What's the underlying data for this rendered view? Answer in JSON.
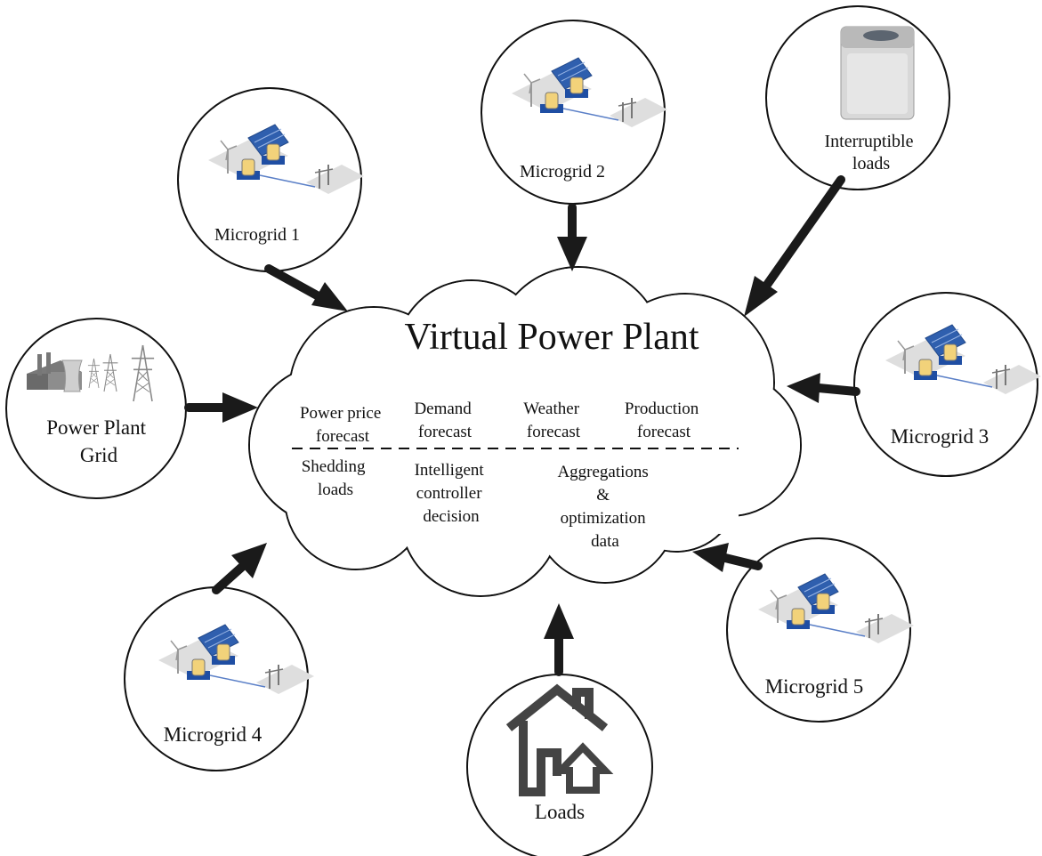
{
  "diagram": {
    "center": {
      "title": "Virtual Power Plant",
      "top_items": [
        [
          "Power price",
          "forecast"
        ],
        [
          "Demand",
          "forecast"
        ],
        [
          "Weather",
          "forecast"
        ],
        [
          "Production",
          "forecast"
        ]
      ],
      "bottom_items": [
        [
          "Shedding",
          "loads"
        ],
        [
          "Intelligent",
          "controller",
          "decision"
        ],
        [
          "Aggregations",
          "&",
          "optimization",
          "data"
        ]
      ]
    },
    "nodes": {
      "microgrid_1": {
        "lines": [
          "Microgrid 1"
        ],
        "icon": "microgrid-icon"
      },
      "microgrid_2": {
        "lines": [
          "Microgrid 2"
        ],
        "icon": "microgrid-icon"
      },
      "interruptible_loads": {
        "lines": [
          "Interruptible",
          "loads"
        ],
        "icon": "washing-machine-icon"
      },
      "power_plant_grid": {
        "lines": [
          "Power Plant",
          "Grid"
        ],
        "icon": "power-plant-icon"
      },
      "microgrid_3": {
        "lines": [
          "Microgrid 3"
        ],
        "icon": "microgrid-icon"
      },
      "microgrid_4": {
        "lines": [
          "Microgrid 4"
        ],
        "icon": "microgrid-icon"
      },
      "loads": {
        "lines": [
          "Loads"
        ],
        "icon": "house-icon"
      },
      "microgrid_5": {
        "lines": [
          "Microgrid 5"
        ],
        "icon": "microgrid-icon"
      }
    },
    "colors": {
      "stroke": "#111111",
      "arrow": "#1a1a1a",
      "panel_blue": "#1f4ea3",
      "battery_yellow": "#f2d27a",
      "house_gray": "#444444"
    }
  }
}
